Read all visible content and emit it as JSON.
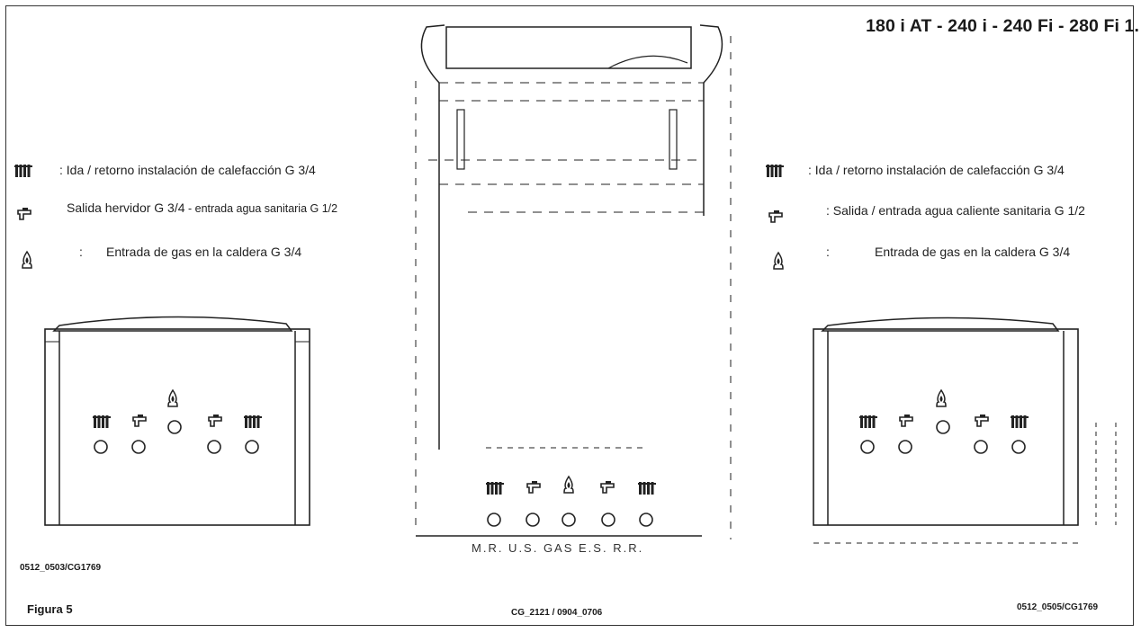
{
  "title": "180 i AT - 240 i - 240 Fi - 280 Fi 1.",
  "left_legend": [
    {
      "icon": "radiator-icon",
      "text": ": Ida / retorno instalación de calefacción G 3/4"
    },
    {
      "icon": "faucet-icon",
      "text_main": "Salida hervidor G 3/4",
      "text_small": " - entrada agua sanitaria G 1/2"
    },
    {
      "icon": "gas-flame-icon",
      "colon": ":",
      "text": "Entrada de gas en la caldera G 3/4"
    }
  ],
  "right_legend": [
    {
      "icon": "radiator-icon",
      "text": ": Ida / retorno instalación de calefacción G 3/4"
    },
    {
      "icon": "faucet-icon",
      "text": ": Salida / entrada agua caliente sanitaria G 1/2"
    },
    {
      "icon": "gas-flame-icon",
      "colon": ":",
      "text": "Entrada de gas en la caldera G 3/4"
    }
  ],
  "center_connection_labels": "M.R.  U.S. GAS  E.S.  R.R.",
  "codes": {
    "left": "0512_0503/CG1769",
    "center": "CG_2121 / 0904_0706",
    "right": "0512_0505/CG1769"
  },
  "figure_label": "Figura 5",
  "colors": {
    "line": "#222222",
    "background": "#ffffff"
  }
}
